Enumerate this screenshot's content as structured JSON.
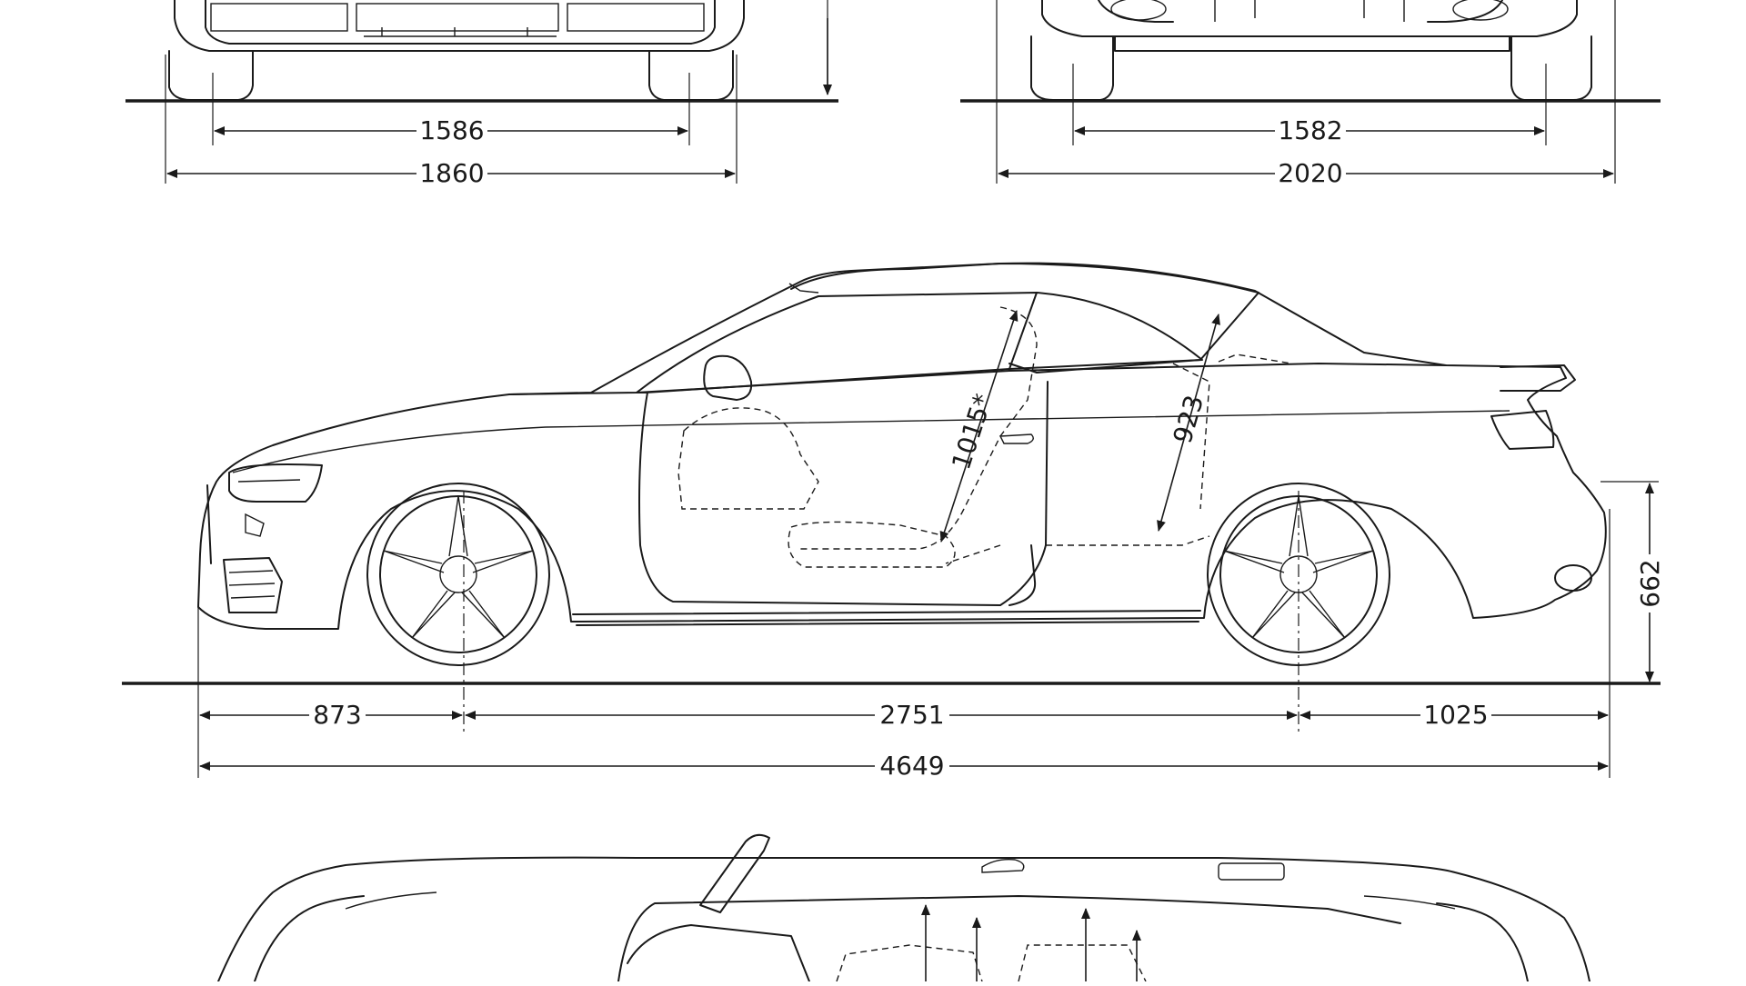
{
  "drawing": {
    "dimensions": {
      "front_track": "1586",
      "front_width": "1860",
      "rear_track": "1582",
      "width_with_mirrors": "2020",
      "front_overhang": "873",
      "wheelbase": "2751",
      "rear_overhang": "1025",
      "overall_length": "4649",
      "trunk_sill_height": "662",
      "front_headroom": "1015*",
      "rear_headroom": "923"
    }
  }
}
